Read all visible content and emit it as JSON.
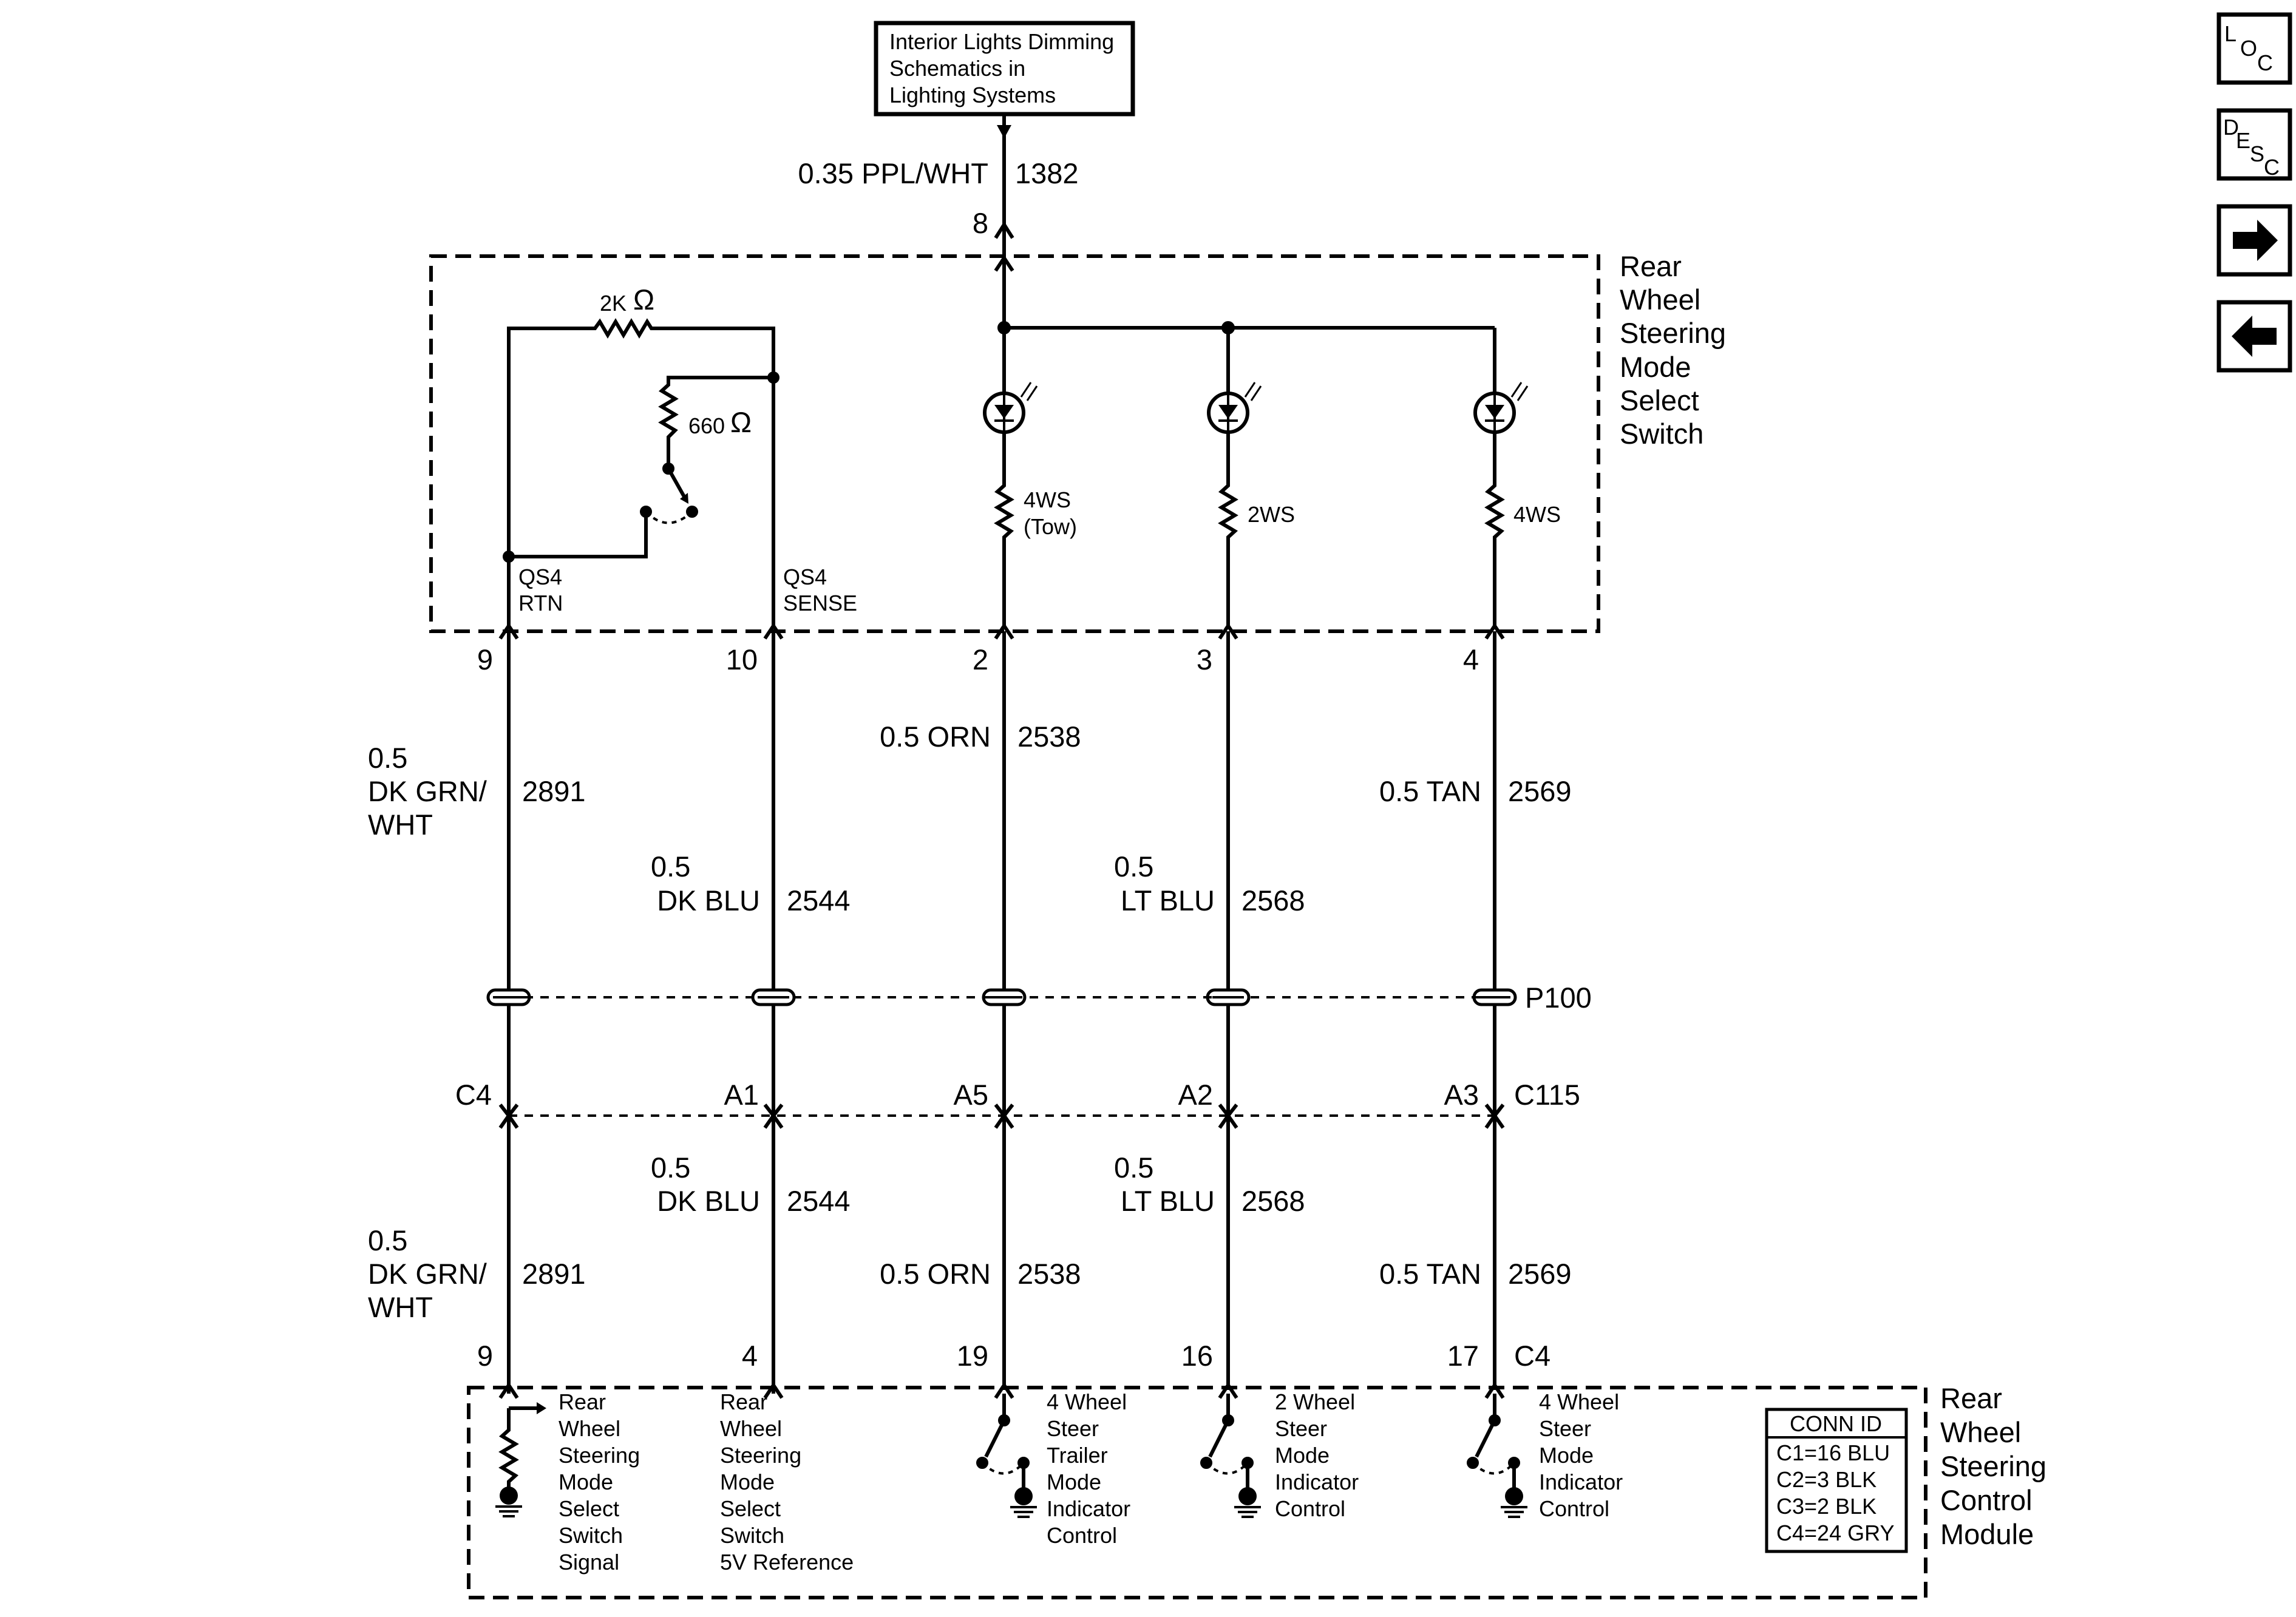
{
  "source_box": {
    "lines": [
      "Interior Lights Dimming",
      "Schematics in",
      "Lighting Systems"
    ]
  },
  "feed": {
    "wire": "0.35 PPL/WHT",
    "circuit": "1382",
    "pin": "8"
  },
  "switch": {
    "title_lines": [
      "Rear",
      "Wheel",
      "Steering",
      "Mode",
      "Select",
      "Switch"
    ],
    "r1": "2K",
    "r2": "660",
    "ohm": "Ω",
    "qs4_rtn": [
      "QS4",
      "RTN"
    ],
    "qs4_sense": [
      "QS4",
      "SENSE"
    ],
    "led_labels": [
      [
        "4WS",
        "(Tow)"
      ],
      [
        "2WS"
      ],
      [
        "4WS"
      ]
    ],
    "pins": [
      "9",
      "10",
      "2",
      "3",
      "4"
    ]
  },
  "upper_wires": [
    {
      "gauge": "0.5",
      "color_lines": [
        "DK GRN/",
        "WHT"
      ],
      "circuit": "2891"
    },
    {
      "gauge": "0.5",
      "color_lines": [
        "DK BLU"
      ],
      "circuit": "2544"
    },
    {
      "gauge": "",
      "color_lines": [
        "0.5 ORN"
      ],
      "circuit": "2538"
    },
    {
      "gauge": "0.5",
      "color_lines": [
        "LT BLU"
      ],
      "circuit": "2568"
    },
    {
      "gauge": "",
      "color_lines": [
        "0.5 TAN"
      ],
      "circuit": "2569"
    }
  ],
  "splice": {
    "label": "P100"
  },
  "connector": {
    "label": "C115",
    "pins": [
      "C4",
      "A1",
      "A5",
      "A2",
      "A3"
    ]
  },
  "lower_wires": [
    {
      "gauge": "0.5",
      "color_lines": [
        "DK GRN/",
        "WHT"
      ],
      "circuit": "2891"
    },
    {
      "gauge": "0.5",
      "color_lines": [
        "DK BLU"
      ],
      "circuit": "2544"
    },
    {
      "gauge": "",
      "color_lines": [
        "0.5 ORN"
      ],
      "circuit": "2538"
    },
    {
      "gauge": "0.5",
      "color_lines": [
        "LT BLU"
      ],
      "circuit": "2568"
    },
    {
      "gauge": "",
      "color_lines": [
        "0.5 TAN"
      ],
      "circuit": "2569"
    }
  ],
  "module": {
    "title_lines": [
      "Rear",
      "Wheel",
      "Steering",
      "Control",
      "Module"
    ],
    "connector": "C4",
    "pins": [
      "9",
      "4",
      "19",
      "16",
      "17"
    ],
    "labels": [
      [
        "Rear",
        "Wheel",
        "Steering",
        "Mode",
        "Select",
        "Switch",
        "Signal"
      ],
      [
        "Rear",
        "Wheel",
        "Steering",
        "Mode",
        "Select",
        "Switch",
        "5V Reference"
      ],
      [
        "4 Wheel",
        "Steer",
        "Trailer",
        "Mode",
        "Indicator",
        "Control"
      ],
      [
        "2 Wheel",
        "Steer",
        "Mode",
        "Indicator",
        "Control"
      ],
      [
        "4 Wheel",
        "Steer",
        "Mode",
        "Indicator",
        "Control"
      ]
    ],
    "conn_id": {
      "title": "CONN ID",
      "rows": [
        "C1=16 BLU",
        "C2=3 BLK",
        "C3=2 BLK",
        "C4=24 GRY"
      ]
    }
  },
  "nav": {
    "loc": [
      "L",
      "O",
      "C"
    ],
    "desc": [
      "D",
      "E",
      "S",
      "C"
    ],
    "next": "right-arrow-icon",
    "prev": "left-arrow-icon"
  }
}
